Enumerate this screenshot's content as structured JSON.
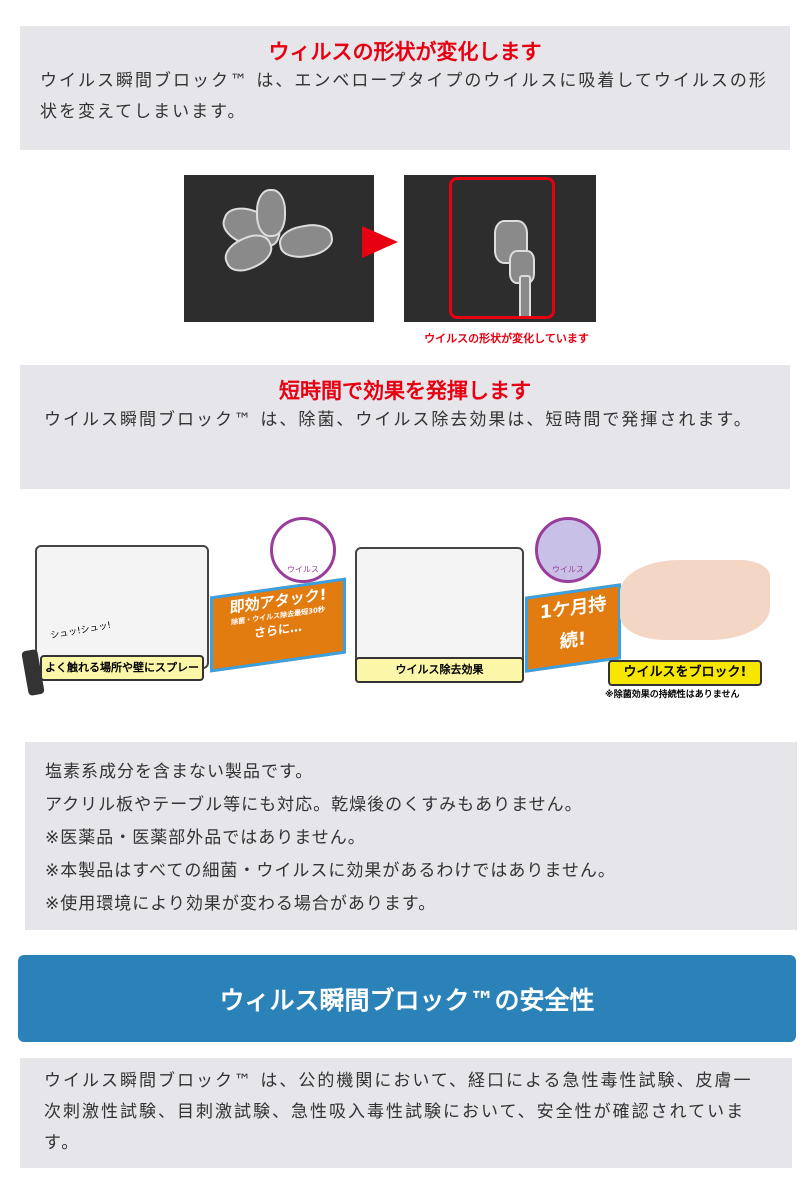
{
  "section1": {
    "title": "ウィルスの形状が変化します",
    "body": "ウイルス瞬間ブロック™ は、エンベロープタイプのウイルスに吸着してウイルスの形状を変えてしまいます。"
  },
  "images": {
    "caption": "ウイルスの形状が変化しています",
    "arrow_color": "#e60012"
  },
  "section2": {
    "title": "短時間で効果を発揮します",
    "body": "ウイルス瞬間ブロック™ は、除菌、ウイルス除去効果は、短時間で発揮されます。"
  },
  "illustration": {
    "step1_label": "よく触れる場所や壁にスプレー",
    "spray_text": "シュッ!シュッ!",
    "arrow1_title": "即効アタック!",
    "arrow1_sub": "除菌・ウイルス除去最短30秒",
    "arrow1_more": "さらに…",
    "bubble_label": "ウイルス",
    "step2_label": "ウイルス除去効果",
    "arrow2_title": "1ケ月持続!",
    "step3_label": "ウイルスをブロック!",
    "note": "※除菌効果の持続性はありません"
  },
  "section3": {
    "lines": [
      "塩素系成分を含まない製品です。",
      "アクリル板やテーブル等にも対応。乾燥後のくすみもありません。",
      "※医薬品・医薬部外品ではありません。",
      "※本製品はすべての細菌・ウイルスに効果があるわけではありません。",
      "※使用環境により効果が変わる場合があります。"
    ]
  },
  "banner": {
    "title": "ウィルス瞬間ブロック™の安全性",
    "color": "#2a82b8"
  },
  "section4": {
    "body": "ウイルス瞬間ブロック™ は、公的機関において、経口による急性毒性試験、皮膚一次刺激性試験、目刺激試験、急性吸入毒性試験において、安全性が確認されています。"
  }
}
